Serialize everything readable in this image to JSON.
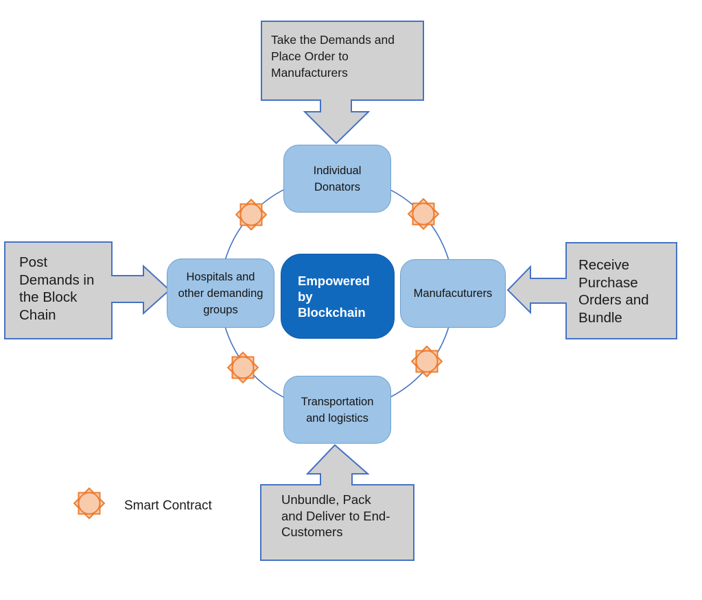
{
  "center_node": {
    "label": "Empowered\nby\nBlockchain"
  },
  "nodes": {
    "top": {
      "label": "Individual\nDonators"
    },
    "left": {
      "label": "Hospitals and\nother demanding\ngroups"
    },
    "right": {
      "label": "Manufacuturers"
    },
    "bottom": {
      "label": "Transportation\nand logistics"
    }
  },
  "callouts": {
    "top": {
      "text": "Take the Demands and\nPlace Order to\nManufacturers"
    },
    "left": {
      "text": "Post\nDemands in\nthe Block\nChain"
    },
    "right": {
      "text": "Receive\nPurchase\nOrders and\nBundle"
    },
    "bottom": {
      "text": "Unbundle, Pack\nand Deliver to End-\nCustomers"
    }
  },
  "legend": {
    "label": "Smart Contract",
    "icon": "smart-contract-sun-icon"
  },
  "colors": {
    "node_fill": "#9DC3E6",
    "node_border": "#6FA0D0",
    "center_fill": "#1169BE",
    "callout_fill": "#D2D1D1",
    "callout_border": "#4472C4",
    "cycle_stroke": "#4472C4",
    "sun_fill": "#F8CBAD",
    "sun_stroke": "#ED7D31",
    "text": "#1A1A1A"
  }
}
